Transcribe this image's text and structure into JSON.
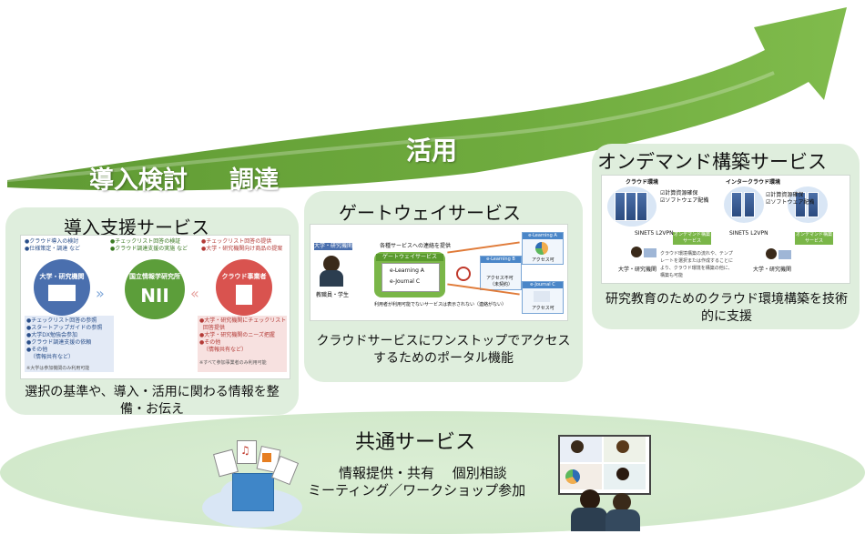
{
  "arrow": {
    "stage1": "導入検討",
    "stage2": "調達",
    "stage3": "活用",
    "color": "#6aa33a"
  },
  "intro": {
    "title": "導入支援サービス",
    "description": "選択の基準や、導入・活用に関わる情報を整備・お伝え",
    "univ_label": "大学・研究機関",
    "nii_label": "国立情報学研究所",
    "nii_logo": "NII",
    "vendor_label": "クラウド事業者",
    "top_left_items": [
      "●クラウド導入の検討",
      "●仕様策定・調達 など"
    ],
    "top_mid_items": [
      "●チェックリスト回答の検証",
      "●クラウド調達支援の実施 など"
    ],
    "top_right_items": [
      "●チェックリスト回答の提供",
      "●大学・研究機関向け商品の提案"
    ],
    "left_list": [
      "●チェックリスト回答の参照",
      "●スタートアップガイドの参照",
      "●大学DX勉強会参加",
      "●クラウド調達支援の依頼",
      "●その他",
      "（情報共有など）"
    ],
    "left_note": "※大学は参加機関のみ利用可能",
    "right_list": [
      "●大学・研究機関にチェックリスト",
      "回答提供",
      "●大学・研究機関のニーズ把握",
      "●その他",
      "（情報共有など）"
    ],
    "right_note": "※すべて参加事業者のみ利用可能",
    "colors": {
      "univ": "#4a6fae",
      "nii": "#5c9e3a",
      "vendor": "#d9534f"
    }
  },
  "gateway": {
    "title": "ゲートウェイサービス",
    "description": "クラウドサービスにワンストップでアクセスするためのポータル機能",
    "user_box": "大学・研究機関",
    "user_label": "教職員・学生",
    "provide_label": "各種サービスへの連絡を提供",
    "gateway_label": "ゲートウェイサービス",
    "note": "利用者が利用可能でないサービスは表示されない（連絡がない）",
    "service_a": "e-Learning A",
    "service_b": "e-Learning B",
    "service_c": "e-Journal C",
    "access_ok": "アクセス可",
    "access_ng": "アクセス不可",
    "access_ng_sub": "（未契約）",
    "list_items": [
      "e-Learning A",
      "e-Journal C"
    ]
  },
  "ondemand": {
    "title": "オンデマンド構築サービス",
    "description": "研究教育のためのクラウド環境構築を技術的に支援",
    "cloud1": "クラウド環境",
    "cloud2": "インタークラウド環境",
    "feature1": "☑計算資源確保",
    "feature2": "☑ソフトウェア配備",
    "feature3": "☑計算資源確保",
    "feature4": "☑ソフトウェア配備",
    "sinet": "SINET5 L2VPN",
    "service_box": "オンデマンド構築サービス",
    "univ_label": "大学・研究機関",
    "note": "クラウド環境構築の流れや、テンプレートを選択または作成することにより、クラウド環境を構築の他に、構築も可能"
  },
  "common": {
    "title": "共通サービス",
    "line1": "情報提供・共有　 個別相談",
    "line2": "ミーティング／ワークショップ参加"
  }
}
